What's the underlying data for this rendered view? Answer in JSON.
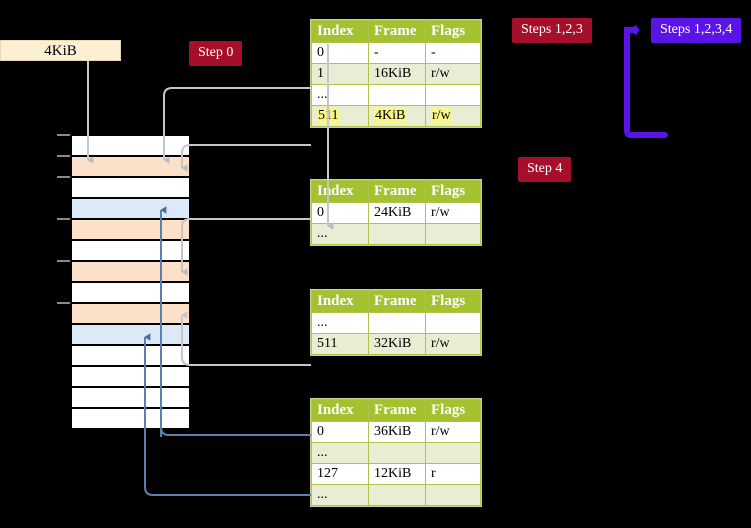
{
  "labels": {
    "kib_box": "4KiB",
    "step0": "Step 0",
    "step4": "Step 4",
    "steps123": "Steps 1,2,3",
    "steps1234": "Steps 1,2,3,4"
  },
  "colors": {
    "badge_red": "#A50F2B",
    "badge_violet": "#5B14E8",
    "table_header": "#A4C130",
    "table_alt_row": "#E8EDD4",
    "highlight": "#FAF58A",
    "mem_white": "#FFFFFF",
    "mem_orange": "#FCE0C8",
    "mem_blue": "#DCE9F7",
    "kib_box_fill": "#FCEFD4",
    "arrow_gray": "#B8BCC2",
    "arrow_blue": "#5B7FAE"
  },
  "tables": [
    {
      "id": "pml4",
      "headers": [
        "Index",
        "Frame",
        "Flags"
      ],
      "rows": [
        {
          "style": "plain",
          "cells": [
            "0",
            "-",
            "-"
          ],
          "highlight": false
        },
        {
          "style": "alt",
          "cells": [
            "1",
            "16KiB",
            "r/w"
          ],
          "highlight": false
        },
        {
          "style": "plain",
          "cells": [
            "...",
            "",
            ""
          ],
          "highlight": false
        },
        {
          "style": "alt",
          "cells": [
            "511",
            "4KiB",
            "r/w"
          ],
          "highlight": true
        }
      ]
    },
    {
      "id": "pdpt",
      "headers": [
        "Index",
        "Frame",
        "Flags"
      ],
      "rows": [
        {
          "style": "plain",
          "cells": [
            "0",
            "24KiB",
            "r/w"
          ],
          "highlight": false
        },
        {
          "style": "alt",
          "cells": [
            "...",
            "",
            ""
          ],
          "highlight": false
        }
      ]
    },
    {
      "id": "pd",
      "headers": [
        "Index",
        "Frame",
        "Flags"
      ],
      "rows": [
        {
          "style": "plain",
          "cells": [
            "...",
            "",
            ""
          ],
          "highlight": false
        },
        {
          "style": "alt",
          "cells": [
            "511",
            "32KiB",
            "r/w"
          ],
          "highlight": false
        }
      ]
    },
    {
      "id": "pt",
      "headers": [
        "Index",
        "Frame",
        "Flags"
      ],
      "rows": [
        {
          "style": "plain",
          "cells": [
            "0",
            "36KiB",
            "r/w"
          ],
          "highlight": false
        },
        {
          "style": "alt",
          "cells": [
            "...",
            "",
            ""
          ],
          "highlight": false
        },
        {
          "style": "plain",
          "cells": [
            "127",
            "12KiB",
            "r"
          ],
          "highlight": false
        },
        {
          "style": "alt",
          "cells": [
            "...",
            "",
            ""
          ],
          "highlight": false
        }
      ]
    }
  ],
  "memory_rows": [
    {
      "fill": "white",
      "tick": true
    },
    {
      "fill": "orange",
      "tick": true
    },
    {
      "fill": "white",
      "tick": true
    },
    {
      "fill": "blue",
      "tick": false
    },
    {
      "fill": "orange",
      "tick": true
    },
    {
      "fill": "white",
      "tick": false
    },
    {
      "fill": "orange",
      "tick": true
    },
    {
      "fill": "white",
      "tick": false
    },
    {
      "fill": "orange",
      "tick": true
    },
    {
      "fill": "blue",
      "tick": false
    },
    {
      "fill": "white",
      "tick": false
    },
    {
      "fill": "white",
      "tick": false
    },
    {
      "fill": "white",
      "tick": false
    },
    {
      "fill": "white",
      "tick": false
    }
  ]
}
